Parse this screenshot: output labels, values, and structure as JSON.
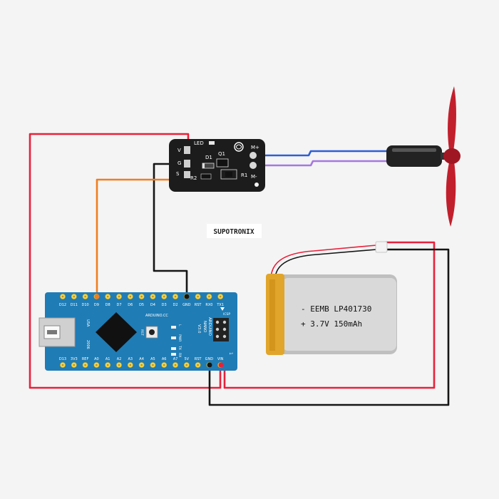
{
  "brand": "SUPOTRONIX",
  "driver_module": {
    "labels": {
      "led": "LED",
      "v": "V",
      "g": "G",
      "s": "S",
      "d1": "D1",
      "q1": "Q1",
      "r1": "R1",
      "r2": "R2",
      "m_plus": "M+",
      "m_minus": "M-"
    }
  },
  "arduino": {
    "top_pins": [
      "D12",
      "D11",
      "D10",
      "D9",
      "D8",
      "D7",
      "D6",
      "D5",
      "D4",
      "D3",
      "D2",
      "GND",
      "RST",
      "RX0",
      "TX1"
    ],
    "bottom_pins": [
      "D13",
      "3V3",
      "REF",
      "A0",
      "A1",
      "A2",
      "A3",
      "A4",
      "A5",
      "A6",
      "A7",
      "5V",
      "RST",
      "GND",
      "VIN"
    ],
    "labels": {
      "usa": "USA",
      "year": "2006",
      "site": "ARDUINO.CC",
      "nano_arduino": "ARDUINO",
      "nano_nano": "NANO",
      "nano_ver": "V3.0",
      "rst": "RST",
      "icsp": "ICSP",
      "one": "1",
      "l": "L",
      "pwr": "PWR",
      "tx": "TX",
      "rx": "RX"
    }
  },
  "battery": {
    "line1": "- EEMB LP401730",
    "line2": "+ 3.7V 150mAh"
  },
  "colors": {
    "red_wire": "#e8203a",
    "black_wire": "#151515",
    "orange_wire": "#f07d1e",
    "blue_wire": "#2f5fd6",
    "purple_wire": "#a678e0",
    "arduino_board": "#1f7cb5",
    "module_board": "#1c1c1c",
    "propeller": "#c21f2c",
    "battery_body": "#bfbfbf",
    "battery_tape": "#e0a52a"
  }
}
